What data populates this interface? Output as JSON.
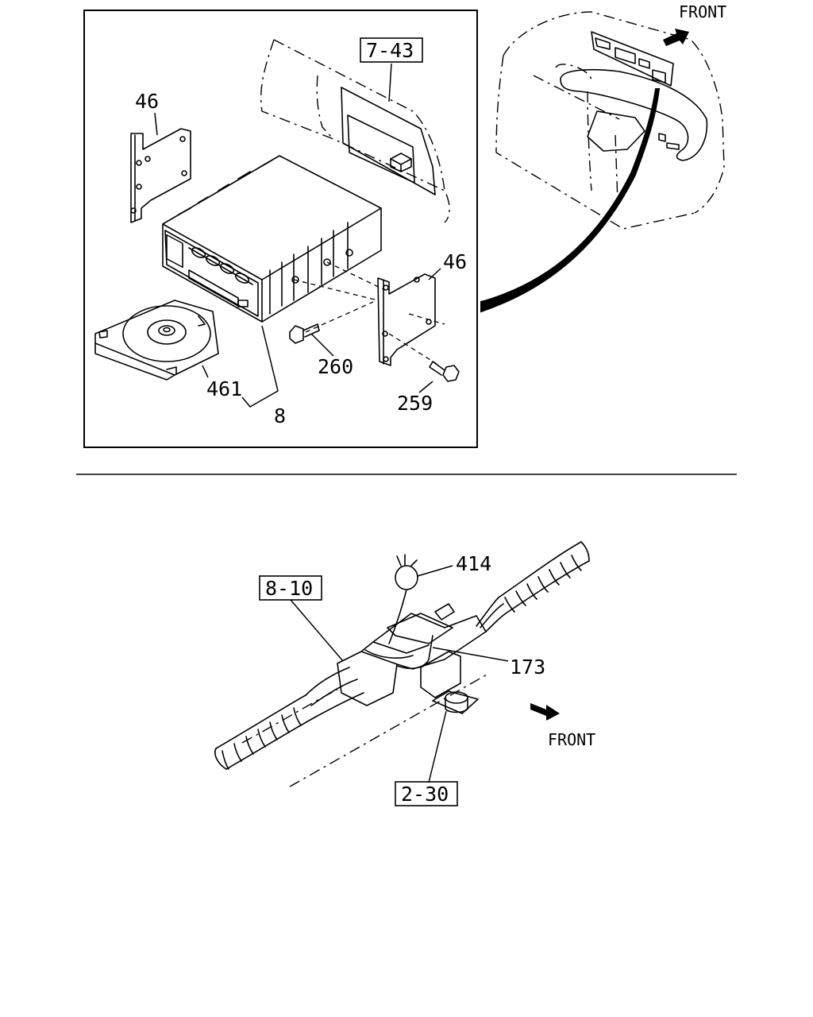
{
  "callouts": {
    "ref_7_43": "7-43",
    "bracket_left": "46",
    "bracket_right": "46",
    "bolt_260": "260",
    "bolt_259": "259",
    "disc_461": "461",
    "unit_8": "8",
    "front_top": "FRONT",
    "ref_8_10": "8-10",
    "part_414": "414",
    "part_173": "173",
    "front_bottom": "FRONT",
    "ref_2_30": "2-30"
  }
}
